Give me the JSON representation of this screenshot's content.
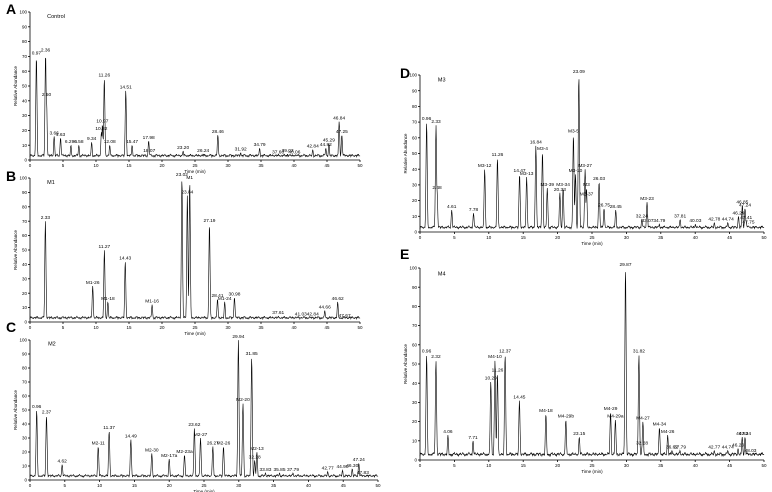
{
  "chart_data": [
    {
      "type": "line",
      "panel_letter": "A",
      "sample_name": "Control",
      "xlabel": "Time (min)",
      "ylabel": "Relative Abundance",
      "xlim": [
        0,
        50
      ],
      "ylim": [
        0,
        100
      ],
      "xticks": [
        0,
        5,
        10,
        15,
        20,
        25,
        30,
        35,
        40,
        45,
        50
      ],
      "yticks": [
        0,
        10,
        20,
        30,
        40,
        50,
        60,
        70,
        80,
        90,
        100
      ],
      "peaks": [
        {
          "label": "0.97",
          "x": 0.97,
          "y": 70
        },
        {
          "label": "2.36",
          "x": 2.36,
          "y": 72
        },
        {
          "label": "2.50",
          "x": 2.5,
          "y": 42
        },
        {
          "label": "3.66",
          "x": 3.66,
          "y": 16
        },
        {
          "label": "4.63",
          "x": 4.63,
          "y": 15
        },
        {
          "label": "6.296",
          "x": 6.2,
          "y": 10
        },
        {
          "label": "6.58",
          "x": 7.4,
          "y": 10
        },
        {
          "label": "10.97",
          "x": 10.97,
          "y": 24
        },
        {
          "label": "10.82",
          "x": 10.82,
          "y": 19
        },
        {
          "label": "9.34",
          "x": 9.34,
          "y": 12
        },
        {
          "label": "11.26",
          "x": 11.26,
          "y": 55
        },
        {
          "label": "12.08",
          "x": 12.08,
          "y": 10
        },
        {
          "label": "14.51",
          "x": 14.51,
          "y": 47
        },
        {
          "label": "15.47",
          "x": 15.47,
          "y": 10
        },
        {
          "label": "17.98",
          "x": 17.98,
          "y": 13
        },
        {
          "label": "18.07",
          "x": 18.07,
          "y": 4
        },
        {
          "label": "23.20",
          "x": 23.2,
          "y": 6
        },
        {
          "label": "26.24",
          "x": 26.24,
          "y": 4
        },
        {
          "label": "28.46",
          "x": 28.46,
          "y": 17
        },
        {
          "label": "31.92",
          "x": 31.92,
          "y": 5
        },
        {
          "label": "34.79",
          "x": 34.79,
          "y": 8
        },
        {
          "label": "37.60",
          "x": 37.6,
          "y": 3
        },
        {
          "label": "39.03",
          "x": 39.03,
          "y": 4
        },
        {
          "label": "40.06",
          "x": 40.06,
          "y": 3
        },
        {
          "label": "42.84",
          "x": 42.84,
          "y": 7
        },
        {
          "label": "44.82",
          "x": 44.82,
          "y": 8
        },
        {
          "label": "45.29",
          "x": 45.29,
          "y": 11
        },
        {
          "label": "46.84",
          "x": 46.84,
          "y": 26
        },
        {
          "label": "47.25",
          "x": 47.25,
          "y": 17
        }
      ]
    },
    {
      "type": "line",
      "panel_letter": "B",
      "sample_name": "M1",
      "xlabel": "Time (min)",
      "ylabel": "Relative Abundance",
      "xlim": [
        0,
        50
      ],
      "ylim": [
        0,
        100
      ],
      "xticks": [
        0,
        5,
        10,
        15,
        20,
        25,
        30,
        35,
        40,
        45,
        50
      ],
      "yticks": [
        0,
        10,
        20,
        30,
        40,
        50,
        60,
        70,
        80,
        90,
        100
      ],
      "peaks": [
        {
          "label": "2.33",
          "x": 2.33,
          "y": 70
        },
        {
          "label": "11.27",
          "x": 11.27,
          "y": 50
        },
        {
          "label": "14.43",
          "x": 14.43,
          "y": 42
        },
        {
          "label": "23.02",
          "x": 23.02,
          "y": 100
        },
        {
          "label": "M1",
          "x": 24.2,
          "y": 98
        },
        {
          "label": "23.84",
          "x": 23.84,
          "y": 88
        },
        {
          "label": "27.19",
          "x": 27.19,
          "y": 68
        },
        {
          "label": "M1-26",
          "x": 9.5,
          "y": 25
        },
        {
          "label": "M1-18",
          "x": 11.8,
          "y": 14
        },
        {
          "label": "M1-16",
          "x": 18.5,
          "y": 12
        },
        {
          "label": "28.41",
          "x": 28.41,
          "y": 16
        },
        {
          "label": "30.98",
          "x": 30.98,
          "y": 17
        },
        {
          "label": "M1-24",
          "x": 29.5,
          "y": 14
        },
        {
          "label": "46.62",
          "x": 46.62,
          "y": 14
        },
        {
          "label": "44.66",
          "x": 44.66,
          "y": 8
        },
        {
          "label": "37.61",
          "x": 37.61,
          "y": 4
        },
        {
          "label": "41.03",
          "x": 41.03,
          "y": 3
        },
        {
          "label": "42.84",
          "x": 42.84,
          "y": 3
        },
        {
          "label": "47.67",
          "x": 47.67,
          "y": 2
        }
      ]
    },
    {
      "type": "line",
      "panel_letter": "C",
      "sample_name": "M2",
      "xlabel": "Time (min)",
      "ylabel": "Relative Abundance",
      "xlim": [
        0,
        50
      ],
      "ylim": [
        0,
        100
      ],
      "xticks": [
        0,
        5,
        10,
        15,
        20,
        25,
        30,
        35,
        40,
        45,
        50
      ],
      "yticks": [
        0,
        10,
        20,
        30,
        40,
        50,
        60,
        70,
        80,
        90,
        100
      ],
      "peaks": [
        {
          "label": "0.96",
          "x": 0.96,
          "y": 50
        },
        {
          "label": "2.37",
          "x": 2.37,
          "y": 46
        },
        {
          "label": "4.62",
          "x": 4.62,
          "y": 11
        },
        {
          "label": "11.37",
          "x": 11.37,
          "y": 35
        },
        {
          "label": "14.49",
          "x": 14.49,
          "y": 29
        },
        {
          "label": "M2-11",
          "x": 9.8,
          "y": 24
        },
        {
          "label": "M2-30",
          "x": 17.5,
          "y": 19
        },
        {
          "label": "M2-17a",
          "x": 20.0,
          "y": 15
        },
        {
          "label": "M2-23a",
          "x": 22.2,
          "y": 18
        },
        {
          "label": "23.62",
          "x": 23.62,
          "y": 37
        },
        {
          "label": "M2-27",
          "x": 24.5,
          "y": 30
        },
        {
          "label": "26.27",
          "x": 26.27,
          "y": 24
        },
        {
          "label": "M2-26",
          "x": 27.8,
          "y": 24
        },
        {
          "label": "29.94",
          "x": 29.94,
          "y": 100
        },
        {
          "label": "31.85",
          "x": 31.85,
          "y": 88
        },
        {
          "label": "M2-20",
          "x": 30.6,
          "y": 55
        },
        {
          "label": "M2-13",
          "x": 32.6,
          "y": 20
        },
        {
          "label": "32.28",
          "x": 32.28,
          "y": 14
        },
        {
          "label": "33.83",
          "x": 33.83,
          "y": 5
        },
        {
          "label": "35.85",
          "x": 35.85,
          "y": 5
        },
        {
          "label": "37.79",
          "x": 37.79,
          "y": 5
        },
        {
          "label": "42.77",
          "x": 42.77,
          "y": 6
        },
        {
          "label": "44.90",
          "x": 44.9,
          "y": 7
        },
        {
          "label": "46.30",
          "x": 46.3,
          "y": 8
        },
        {
          "label": "47.24",
          "x": 47.24,
          "y": 12
        },
        {
          "label": "47.83",
          "x": 47.83,
          "y": 3
        }
      ]
    },
    {
      "type": "line",
      "panel_letter": "D",
      "sample_name": "M3",
      "xlabel": "Time (min)",
      "ylabel": "Relative Abundance",
      "xlim": [
        0,
        50
      ],
      "ylim": [
        0,
        100
      ],
      "xticks": [
        0,
        5,
        10,
        15,
        20,
        25,
        30,
        35,
        40,
        45,
        50
      ],
      "yticks": [
        0,
        10,
        20,
        30,
        40,
        50,
        60,
        70,
        80,
        90,
        100
      ],
      "peaks": [
        {
          "label": "0.96",
          "x": 0.96,
          "y": 70
        },
        {
          "label": "2.33",
          "x": 2.33,
          "y": 68
        },
        {
          "label": "2.48",
          "x": 2.48,
          "y": 26
        },
        {
          "label": "4.61",
          "x": 4.61,
          "y": 14
        },
        {
          "label": "7.78",
          "x": 7.78,
          "y": 12
        },
        {
          "label": "11.26",
          "x": 11.26,
          "y": 47
        },
        {
          "label": "M3-12",
          "x": 9.4,
          "y": 40
        },
        {
          "label": "14.47",
          "x": 14.47,
          "y": 37
        },
        {
          "label": "M3-13",
          "x": 15.5,
          "y": 35
        },
        {
          "label": "16.84",
          "x": 16.84,
          "y": 55
        },
        {
          "label": "M3-4",
          "x": 17.8,
          "y": 51
        },
        {
          "label": "M3-39",
          "x": 18.5,
          "y": 28
        },
        {
          "label": "20.33",
          "x": 20.33,
          "y": 25
        },
        {
          "label": "M3-34",
          "x": 20.8,
          "y": 28
        },
        {
          "label": "23.09",
          "x": 23.09,
          "y": 100
        },
        {
          "label": "M3-5",
          "x": 22.3,
          "y": 62
        },
        {
          "label": "M3-27",
          "x": 24.0,
          "y": 40
        },
        {
          "label": "M3-10",
          "x": 22.6,
          "y": 37
        },
        {
          "label": "26.03",
          "x": 26.03,
          "y": 32
        },
        {
          "label": "M3",
          "x": 24.2,
          "y": 28
        },
        {
          "label": "M3-37",
          "x": 24.2,
          "y": 22
        },
        {
          "label": "26.75",
          "x": 26.75,
          "y": 15
        },
        {
          "label": "28.45",
          "x": 28.45,
          "y": 14
        },
        {
          "label": "M3-23",
          "x": 33.0,
          "y": 19
        },
        {
          "label": "32.24",
          "x": 32.24,
          "y": 8
        },
        {
          "label": "33.07",
          "x": 33.07,
          "y": 5
        },
        {
          "label": "34.79",
          "x": 34.79,
          "y": 5
        },
        {
          "label": "37.81",
          "x": 37.81,
          "y": 8
        },
        {
          "label": "40.03",
          "x": 40.03,
          "y": 5
        },
        {
          "label": "42.78",
          "x": 42.78,
          "y": 6
        },
        {
          "label": "44.74",
          "x": 44.74,
          "y": 6
        },
        {
          "label": "46.29",
          "x": 46.29,
          "y": 10
        },
        {
          "label": "46.85",
          "x": 46.85,
          "y": 17
        },
        {
          "label": "47.24",
          "x": 47.24,
          "y": 15
        },
        {
          "label": "47.41",
          "x": 47.41,
          "y": 7
        },
        {
          "label": "47.75",
          "x": 47.75,
          "y": 4
        }
      ]
    },
    {
      "type": "line",
      "panel_letter": "E",
      "sample_name": "M4",
      "xlabel": "Time (min)",
      "ylabel": "Relative Abundance",
      "xlim": [
        0,
        50
      ],
      "ylim": [
        0,
        100
      ],
      "xticks": [
        0,
        5,
        10,
        15,
        20,
        25,
        30,
        35,
        40,
        45,
        50
      ],
      "yticks": [
        0,
        10,
        20,
        30,
        40,
        50,
        60,
        70,
        80,
        90,
        100
      ],
      "peaks": [
        {
          "label": "0.96",
          "x": 0.96,
          "y": 55
        },
        {
          "label": "2.32",
          "x": 2.32,
          "y": 52
        },
        {
          "label": "4.06",
          "x": 4.06,
          "y": 13
        },
        {
          "label": "7.71",
          "x": 7.71,
          "y": 10
        },
        {
          "label": "10.29",
          "x": 10.29,
          "y": 41
        },
        {
          "label": "11.26",
          "x": 11.26,
          "y": 45
        },
        {
          "label": "12.37",
          "x": 12.37,
          "y": 55
        },
        {
          "label": "M4-10",
          "x": 10.9,
          "y": 52
        },
        {
          "label": "14.45",
          "x": 14.45,
          "y": 31
        },
        {
          "label": "M4-18",
          "x": 18.3,
          "y": 24
        },
        {
          "label": "M4-29b",
          "x": 21.2,
          "y": 21
        },
        {
          "label": "23.15",
          "x": 23.15,
          "y": 12
        },
        {
          "label": "M4-29",
          "x": 27.7,
          "y": 25
        },
        {
          "label": "M4-29a",
          "x": 28.4,
          "y": 21
        },
        {
          "label": "29.87",
          "x": 29.87,
          "y": 100
        },
        {
          "label": "31.82",
          "x": 31.82,
          "y": 55
        },
        {
          "label": "M4-27",
          "x": 32.4,
          "y": 20
        },
        {
          "label": "M4-34",
          "x": 34.8,
          "y": 17
        },
        {
          "label": "M4-26",
          "x": 36.0,
          "y": 13
        },
        {
          "label": "32.28",
          "x": 32.28,
          "y": 7
        },
        {
          "label": "36.62",
          "x": 36.62,
          "y": 5
        },
        {
          "label": "37.79",
          "x": 37.79,
          "y": 5
        },
        {
          "label": "42.77",
          "x": 42.77,
          "y": 5
        },
        {
          "label": "44.74",
          "x": 44.74,
          "y": 5
        },
        {
          "label": "46.23",
          "x": 46.23,
          "y": 6
        },
        {
          "label": "46.83",
          "x": 46.83,
          "y": 12
        },
        {
          "label": "47.24",
          "x": 47.24,
          "y": 12
        },
        {
          "label": "48.03",
          "x": 48.03,
          "y": 3
        }
      ]
    }
  ]
}
